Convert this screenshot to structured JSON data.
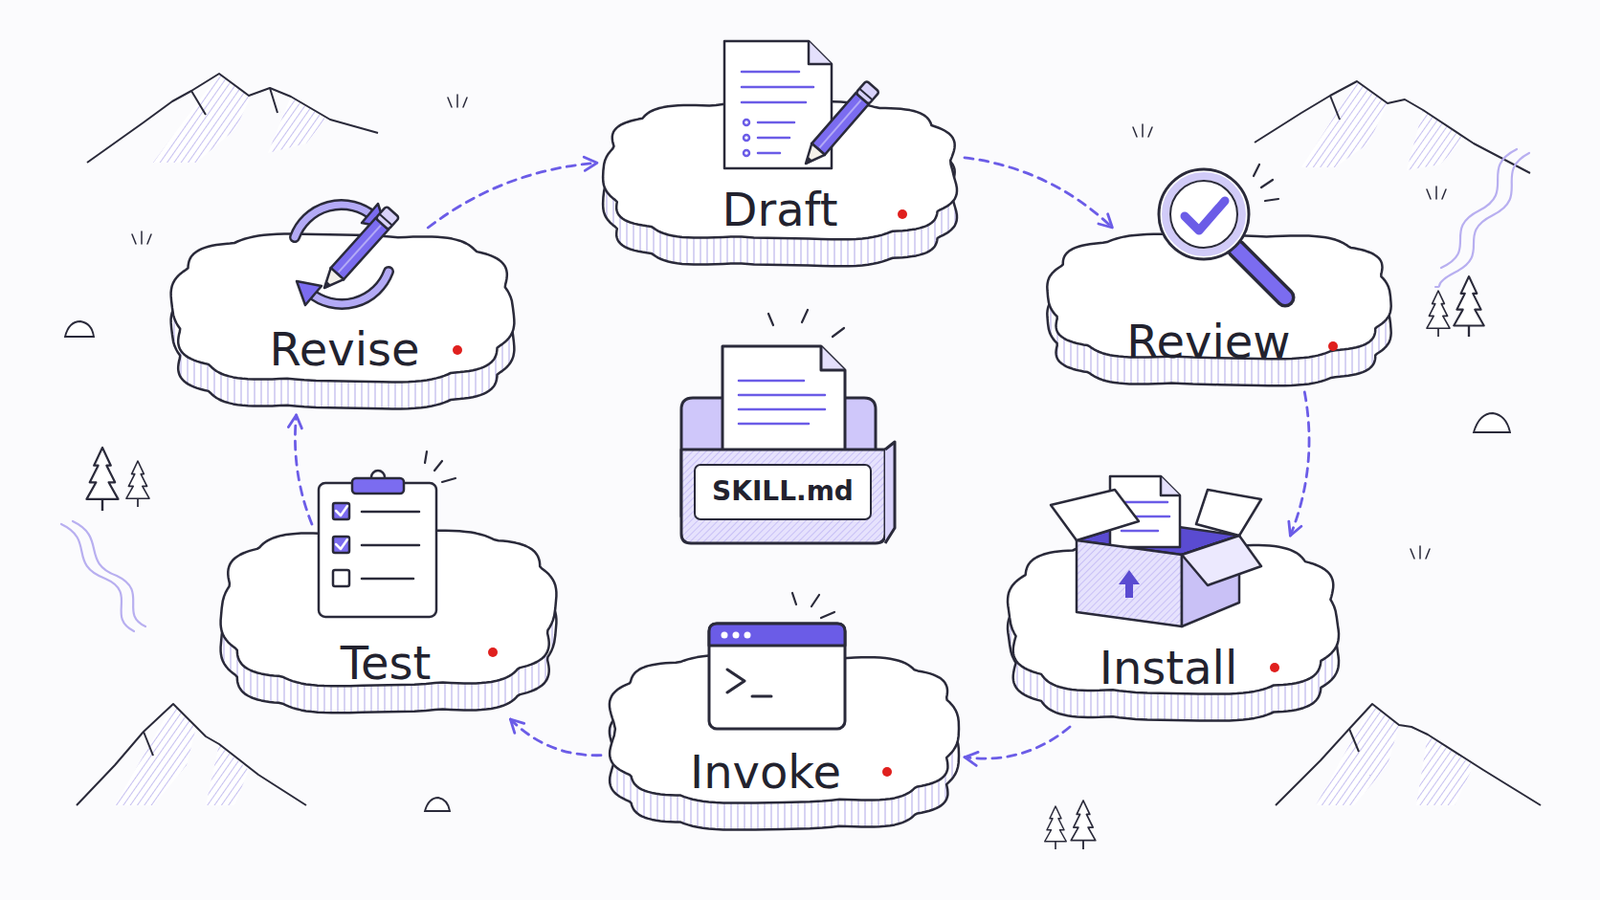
{
  "diagram": {
    "nodes": [
      {
        "text": [
          "Draft"
        ]
      },
      {
        "text": [
          "Review"
        ]
      },
      {
        "text": [
          "Install"
        ]
      },
      {
        "text": [
          "Invoke"
        ]
      },
      {
        "text": [
          "Test"
        ]
      },
      {
        "text": [
          "Revise"
        ]
      },
      {
        "text": [
          "SKILL.md"
        ]
      }
    ],
    "edges": [
      {
        "from": 0,
        "to": 1,
        "arrow": "to"
      },
      {
        "from": 1,
        "to": 2,
        "arrow": "to"
      },
      {
        "from": 2,
        "to": 3,
        "arrow": "to"
      },
      {
        "from": 3,
        "to": 4,
        "arrow": "to"
      },
      {
        "from": 4,
        "to": 5,
        "arrow": "to"
      },
      {
        "from": 5,
        "to": 0,
        "arrow": "to"
      }
    ]
  }
}
